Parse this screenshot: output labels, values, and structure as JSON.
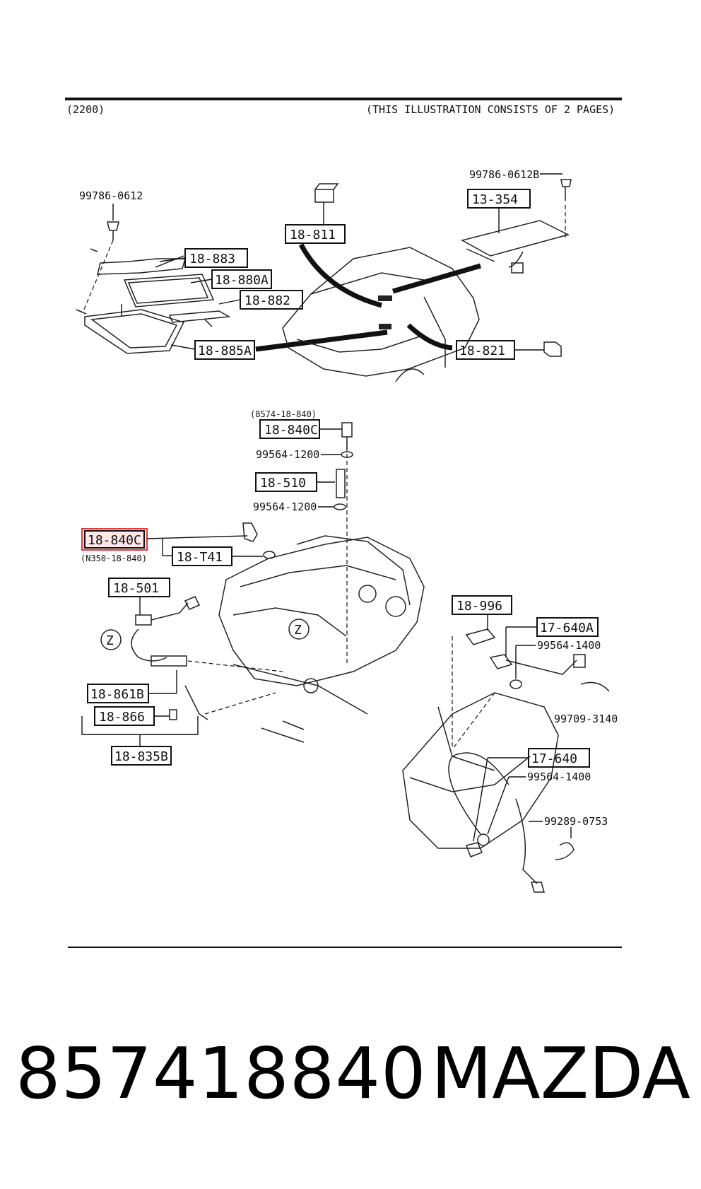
{
  "header": {
    "section_code": "(2200)",
    "note": "(THIS ILLUSTRATION CONSISTS OF  2 PAGES)"
  },
  "parts_top": {
    "p_99786_0612": "99786-0612",
    "p_99786_0612b": "99786-0612B",
    "p_13_354": "13-354",
    "p_18_811": "18-811",
    "p_18_883": "18-883",
    "p_18_880a": "18-880A",
    "p_18_882": "18-882",
    "p_18_885a": "18-885A",
    "p_18_821": "18-821"
  },
  "parts_engine": {
    "ref_8574": "(8574-18-840)",
    "p_18_840c_top": "18-840C",
    "p_99564_1200_a": "99564-1200",
    "p_18_510": "18-510",
    "p_99564_1200_b": "99564-1200",
    "p_18_840c_left": "18-840C",
    "ref_n350": "(N350-18-840)",
    "p_18_t41": "18-T41",
    "p_18_501": "18-501",
    "z_left": "Z",
    "z_engine": "Z",
    "p_18_861b": "18-861B",
    "p_18_866": "18-866",
    "p_18_835b": "18-835B"
  },
  "parts_trans": {
    "p_18_996": "18-996",
    "p_17_640a": "17-640A",
    "p_99564_1400_a": "99564-1400",
    "p_99709_3140": "99709-3140",
    "p_17_640": "17-640",
    "p_99564_1400_b": "99564-1400",
    "p_99289_0753": "99289-0753"
  },
  "footer": {
    "part_number": "857418840",
    "brand": "MAZDA"
  }
}
